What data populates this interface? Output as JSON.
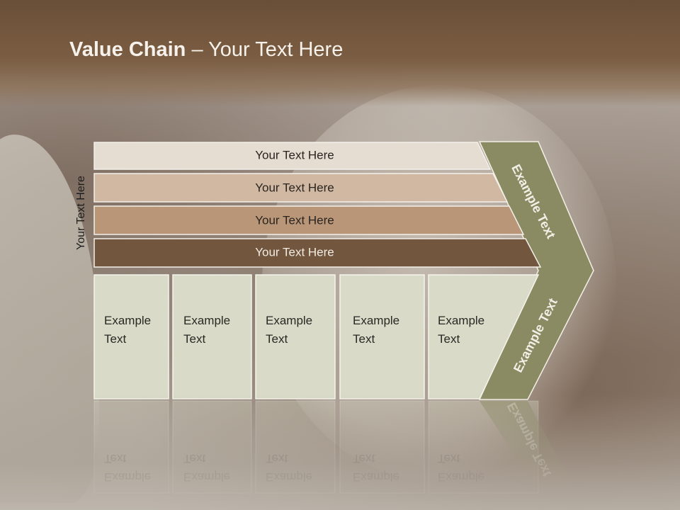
{
  "title": {
    "bold": "Value Chain",
    "rest": " – Your Text Here"
  },
  "side_label": "Your Text Here",
  "bars": [
    {
      "label": "Your Text Here",
      "color": "#e6ddd2"
    },
    {
      "label": "Your Text Here",
      "color": "#d1b8a2"
    },
    {
      "label": "Your Text Here",
      "color": "#b89677"
    },
    {
      "label": "Your Text Here",
      "color": "#72563e"
    }
  ],
  "boxes": [
    {
      "line1": "Example",
      "line2": "Text"
    },
    {
      "line1": "Example",
      "line2": "Text"
    },
    {
      "line1": "Example",
      "line2": "Text"
    },
    {
      "line1": "Example",
      "line2": "Text"
    },
    {
      "line1": "Example",
      "line2": "Text"
    }
  ],
  "chevron": {
    "upper_label": "Example Text",
    "lower_label": "Example Text",
    "color": "#8a8b63"
  },
  "box_color": "#d9dac7"
}
